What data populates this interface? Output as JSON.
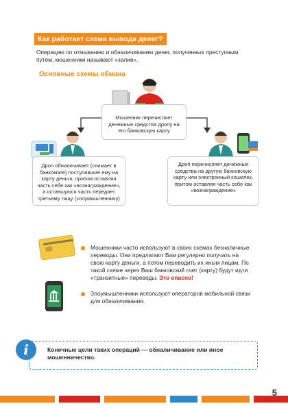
{
  "heading": "Как работает схема вывода денег?",
  "intro": "Операцию по отмыванию и обналичиванию денег, полученных преступным путем, мошенники называют «залив».",
  "subheading": "Основные схемы обмана",
  "diagram": {
    "center": "Мошенник перечисляет денежные средства дропу на его банковскую карту",
    "left": "Дроп обналичивает (снимает в банкомате) поступившие ему на карту деньги, притом оставляя часть себе как «вознаграждение», а оставшуюся часть передает третьему лицу (злоумышленнику)",
    "right": "Дроп перечисляет денежные средства на другую банковскую карту или электронный кошелек, притом оставляя часть себе как «вознаграждение»"
  },
  "bullets": {
    "first": "Мошенники часто используют в своих схемах безналичные переводы. Они предлагают Вам регулярно получать на свою карту деньги, а потом переводить их иным лицам. По такой схеме через Ваш банковский счет (карту) будут идти «транзитные» переводы.",
    "first_alert": "Это опасно!",
    "second": "Злоумышленники используют операторов мобильной связи для обналичивания."
  },
  "info": "Конечные цели таких операций — обналичивание или иное мошенничество.",
  "page_number": "5",
  "colors": {
    "orange": "#f28a1d",
    "blue": "#2f86c9",
    "red": "#d9241b",
    "green": "#2e9a5a"
  }
}
